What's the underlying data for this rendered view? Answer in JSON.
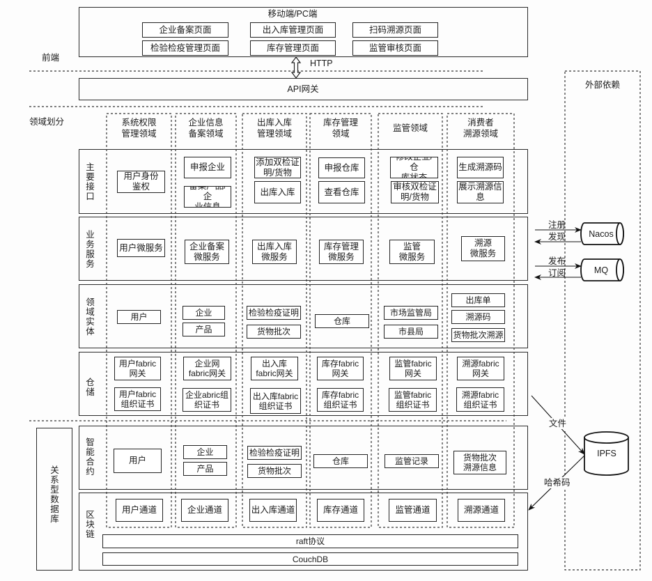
{
  "frontend": {
    "section_label": "前端",
    "client_title": "移动端/PC端",
    "pages": [
      "企业备案页面",
      "出入库管理页面",
      "扫码溯源页面",
      "检验检疫管理页面",
      "库存管理页面",
      "监管审核页面"
    ]
  },
  "protocol_label": "HTTP",
  "gateway_label": "API网关",
  "domain_section_label": "领域划分",
  "domains": [
    {
      "title": "系统权限\n管理领域"
    },
    {
      "title": "企业信息\n备案领域"
    },
    {
      "title": "出库入库\n管理领域"
    },
    {
      "title": "库存管理\n领域"
    },
    {
      "title": "监管领域"
    },
    {
      "title": "消费者\n溯源领域"
    }
  ],
  "layers": [
    {
      "label": "主要接口",
      "cells": [
        [
          "用户身份\n鉴权"
        ],
        [
          "申报企业",
          "备案产品/企\n业信息"
        ],
        [
          "添加双检证\n明/货物",
          "出库入库"
        ],
        [
          "申报仓库",
          "查看仓库"
        ],
        [
          "修改企业/仓\n库状态",
          "审核双检证\n明/货物"
        ],
        [
          "生成溯源码",
          "展示溯源信\n息"
        ]
      ]
    },
    {
      "label": "业务服务",
      "cells": [
        [
          "用户微服务"
        ],
        [
          "企业备案\n微服务"
        ],
        [
          "出库入库\n微服务"
        ],
        [
          "库存管理\n微服务"
        ],
        [
          "监管\n微服务"
        ],
        [
          "溯源\n微服务"
        ]
      ]
    },
    {
      "label": "领域实体",
      "cells": [
        [
          "用户"
        ],
        [
          "企业",
          "产品"
        ],
        [
          "检验检疫证明",
          "货物批次"
        ],
        [
          "仓库"
        ],
        [
          "市场监管局",
          "市县局"
        ],
        [
          "出库单",
          "溯源码",
          "货物批次溯源"
        ]
      ]
    },
    {
      "label": "仓储",
      "cells": [
        [
          "用户fabric\n网关",
          "用户fabric\n组织证书"
        ],
        [
          "企业网\nfabric网关",
          "企业abric组\n织证书"
        ],
        [
          "出入库\nfabric网关",
          "出入库fabric\n组织证书"
        ],
        [
          "库存fabric\n网关",
          "库存fabric\n组织证书"
        ],
        [
          "监管fabric\n网关",
          "监管fabric\n组织证书"
        ],
        [
          "溯源fabric\n网关",
          "溯源fabric\n组织证书"
        ]
      ]
    },
    {
      "label": "智能合约",
      "cells": [
        [
          "用户"
        ],
        [
          "企业",
          "产品"
        ],
        [
          "检验检疫证明",
          "货物批次"
        ],
        [
          "仓库"
        ],
        [
          "监管记录"
        ],
        [
          "货物批次\n溯源信息"
        ]
      ]
    },
    {
      "label": "区块链",
      "cells": [
        [
          "用户通道"
        ],
        [
          "企业通道"
        ],
        [
          "出入库通道"
        ],
        [
          "库存通道"
        ],
        [
          "监管通道"
        ],
        [
          "溯源通道"
        ]
      ]
    }
  ],
  "blockchain": {
    "consensus_label": "raft协议",
    "storage_label": "CouchDB"
  },
  "database_label": "关系型数据库",
  "external": {
    "title": "外部依赖",
    "nacos_label": "Nacos",
    "mq_label": "MQ",
    "ipfs_label": "IPFS",
    "arrows": {
      "register": "注册",
      "discover": "发现",
      "publish": "发布",
      "subscribe": "订阅",
      "file": "文件",
      "hash": "哈希码"
    }
  }
}
